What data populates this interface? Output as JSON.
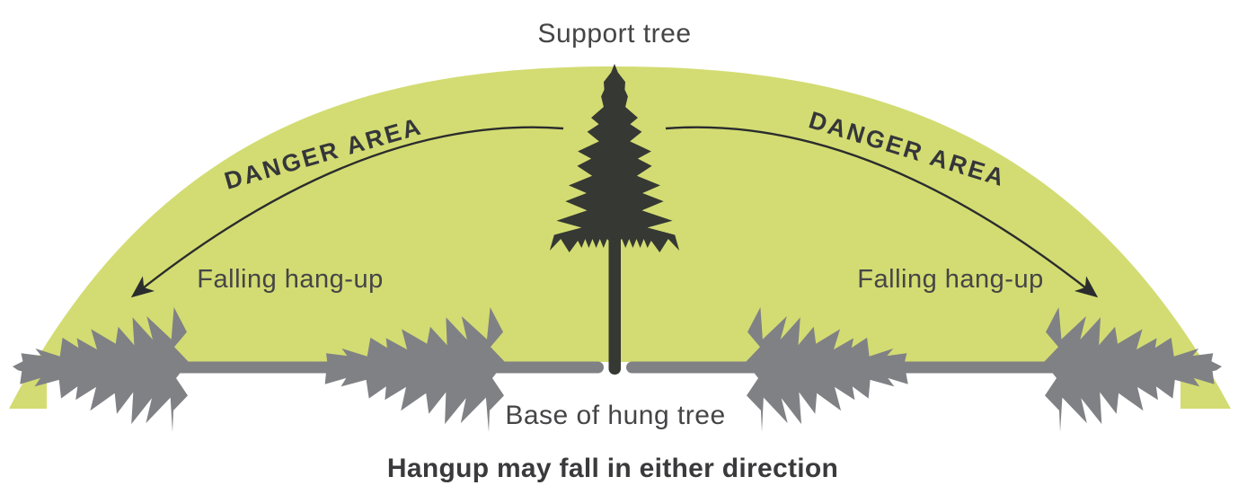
{
  "figure": {
    "support_tree_label": "Support tree",
    "danger_area_left": "DANGER AREA",
    "danger_area_right": "DANGER AREA",
    "falling_hangup_left": "Falling hang-up",
    "falling_hangup_right": "Falling hang-up",
    "base_label": "Base of hung tree",
    "caption": "Hangup may fall in either direction"
  },
  "colors": {
    "background": "#ffffff",
    "danger_zone_fill": "#d3dc72",
    "fallen_tree_gray": "#808185",
    "support_tree_dark": "#353833",
    "arrow": "#2b2c2d",
    "label_text": "#454547",
    "danger_text": "#35363a",
    "caption_text": "#3a3a3c"
  }
}
